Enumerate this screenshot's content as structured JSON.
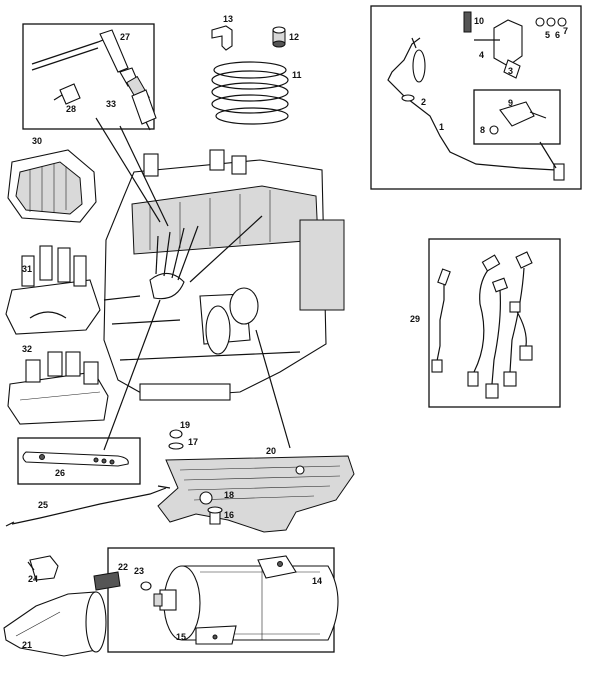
{
  "callouts": {
    "n1": "1",
    "n2": "2",
    "n3": "3",
    "n4": "4",
    "n5": "5",
    "n6": "6",
    "n7": "7",
    "n8": "8",
    "n9": "9",
    "n10": "10",
    "n11": "11",
    "n12": "12",
    "n13": "13",
    "n14": "14",
    "n15": "15",
    "n16": "16",
    "n17": "17",
    "n18": "18",
    "n19": "19",
    "n20": "20",
    "n21": "21",
    "n22": "22",
    "n23": "23",
    "n24": "24",
    "n25": "25",
    "n26": "26",
    "n27": "27",
    "n28": "28",
    "n29": "29",
    "n30": "30",
    "n31": "31",
    "n32": "32",
    "n33": "33"
  }
}
